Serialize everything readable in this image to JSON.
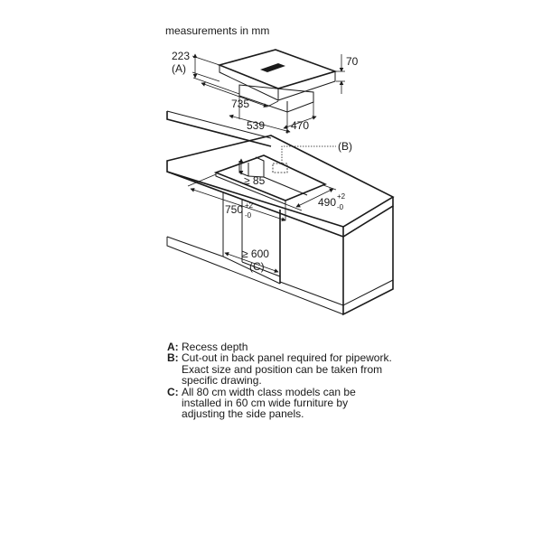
{
  "diagram": {
    "title": "measurements in mm",
    "dimensions": {
      "recess_depth": "223",
      "hob_height": "70",
      "hob_width": "735",
      "cutout_width": "539",
      "cutout_depth_top": "470",
      "cutout_depth": "490",
      "cutout_depth_tol_plus": "+2",
      "cutout_depth_tol_minus": "-0",
      "cutout_length": "750",
      "cutout_length_tol_plus": "+2",
      "cutout_length_tol_minus": "-0",
      "min_depth": "≥ 85",
      "min_cabinet_width": "≥ 600"
    },
    "markers": {
      "a": "(A)",
      "b": "(B)",
      "c": "(C)"
    }
  },
  "legend": [
    {
      "key": "A",
      "text": "Recess depth"
    },
    {
      "key": "B",
      "text": "Cut-out in back panel required for pipework.\nExact size and position can be taken from\nspecific drawing."
    },
    {
      "key": "C",
      "text": "All 80 cm width class models can be\ninstalled in 60 cm wide furniture by\nadjusting the side panels."
    }
  ]
}
